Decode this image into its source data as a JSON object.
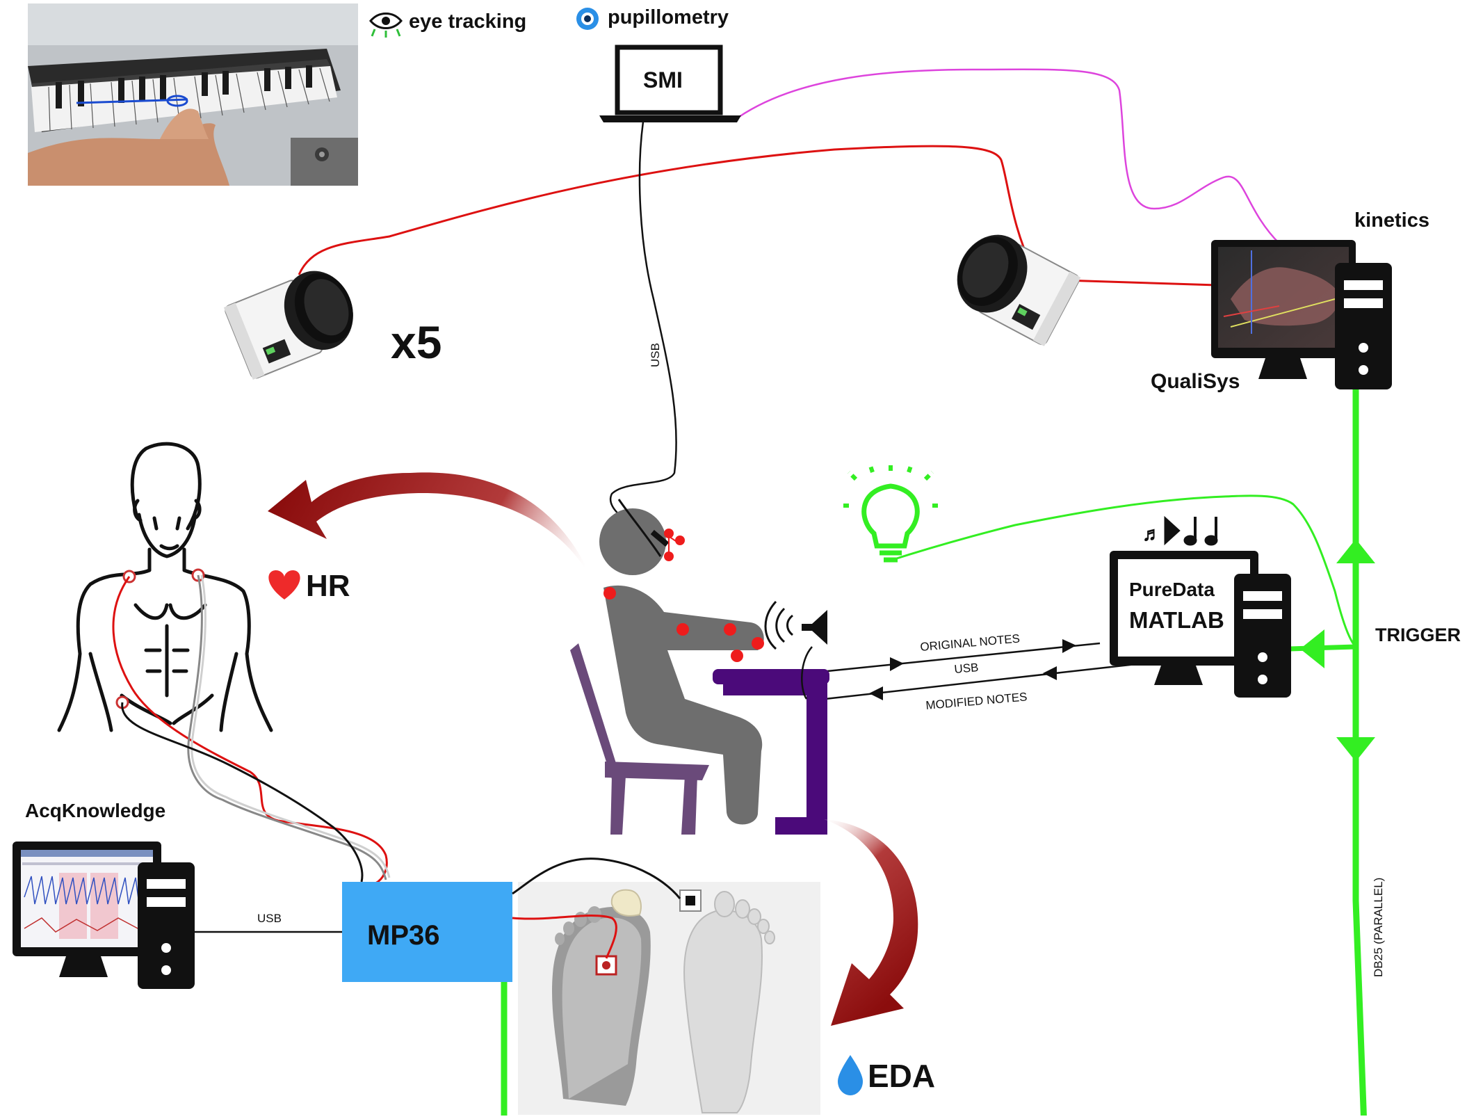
{
  "labels": {
    "eye_tracking": "eye tracking",
    "pupillometry": "pupillometry",
    "smi": "SMI",
    "usb_vertical": "USB",
    "camera_count": "x5",
    "kinetics": "kinetics",
    "qualisys": "QualiSys",
    "hr": "HR",
    "puredata": "PureData",
    "matlab": "MATLAB",
    "trigger": "TRIGGER",
    "original_notes": "ORIGINAL NOTES",
    "usb_middle": "USB",
    "modified_notes": "MODIFIED NOTES",
    "acqknowledge": "AcqKnowledge",
    "usb_left": "USB",
    "mp36": "MP36",
    "eda": "EDA",
    "db25": "DB25 (PARALLEL)"
  },
  "colors": {
    "trigger_line": "#33ee22",
    "camera_cable": "#dd1111",
    "smi_cable": "#dd44dd",
    "mp36_box": "#3fa9f5",
    "arrow_dark_red": "#8b0d0d",
    "person_gray": "#6e6e6e",
    "chair_purple": "#6a4a7a",
    "desk_purple": "#4b0a7a",
    "marker_red": "#ee1c1c",
    "heart_red": "#ee2a2a",
    "drop_blue": "#2a8fe6"
  },
  "icons": {
    "eye_tracking": "eye-icon",
    "pupillometry": "pupil-icon",
    "hr": "heart-icon",
    "eda": "water-drop-icon",
    "light": "lightbulb-icon",
    "notes": "music-notes-icon",
    "speaker": "speaker-icon"
  }
}
